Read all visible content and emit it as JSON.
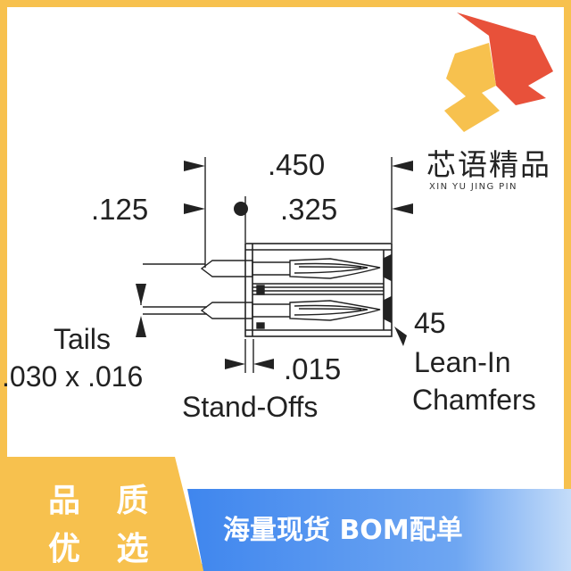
{
  "dimensions": {
    "overall_width": ".450",
    "offset": ".125",
    "body_width": ".325",
    "standoff": ".015"
  },
  "labels": {
    "tails": "Tails",
    "tails_size": ".030 x .016",
    "standoffs": "Stand-Offs",
    "angle": "45",
    "leadin_line1": "Lean-In",
    "leadin_line2": "Chamfers"
  },
  "brand": {
    "chinese": "芯语精品",
    "pinyin": "XIN YU JING PIN"
  },
  "badge": {
    "line1": "品 质",
    "line2": "优 选",
    "banner": "海量现货 BOM配单"
  },
  "colors": {
    "border": "#f7c14e",
    "logo_red": "#e8513a",
    "logo_yellow": "#f7c14e",
    "banner_blue_start": "#4a8ff0",
    "banner_blue_end": "#b8d4f8"
  }
}
